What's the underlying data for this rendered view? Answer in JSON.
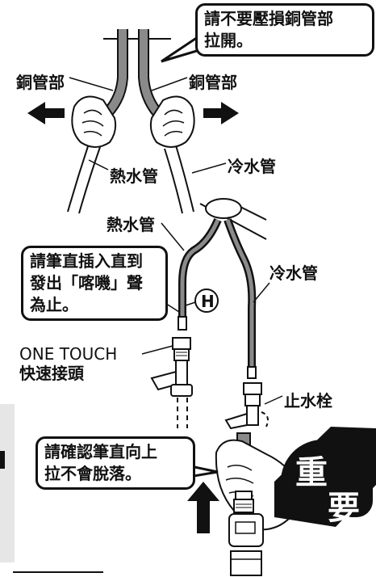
{
  "labels": {
    "top_callout_line1": "請不要壓損銅管部",
    "top_callout_line2": "拉開。",
    "copper_left": "銅管部",
    "copper_right": "銅管部",
    "hot_pipe_top": "熱水管",
    "cold_pipe_top": "冷水管",
    "hot_pipe_mid": "熱水管",
    "cold_pipe_mid": "冷水管",
    "insert_line1": "請筆直插入直到",
    "insert_line2": "發出「喀嘰」聲",
    "insert_line3": "為止。",
    "h_mark": "H",
    "one_touch_line1": "ONE TOUCH",
    "one_touch_line2": "快速接頭",
    "stop_valve": "止水栓",
    "confirm_line1": "請確認筆直向上",
    "confirm_line2": "拉不會脫落。",
    "important_1": "重",
    "important_2": "要"
  },
  "icons": [
    "arrow-left-icon",
    "arrow-right-icon",
    "arrow-up-icon",
    "hand-icon",
    "valve-icon",
    "important-seal-icon"
  ],
  "colors": {
    "ink": "#111111",
    "pipe_gray": "#8a8a8a",
    "side_tab": "#e6e6e6",
    "seal_bg": "#111111"
  }
}
